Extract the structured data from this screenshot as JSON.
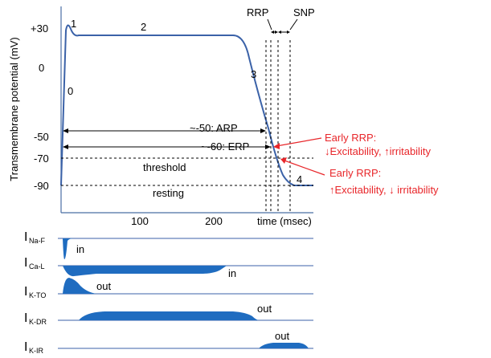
{
  "y_axis_label": "Transmembrane potential (mV)",
  "y_ticks": [
    "+30",
    "0",
    "-50",
    "-70",
    "-90"
  ],
  "x_ticks": [
    "100",
    "200"
  ],
  "x_axis_label": "time (msec)",
  "phases": [
    "0",
    "1",
    "2",
    "3",
    "4"
  ],
  "refractory_labels": {
    "rrp": "RRP",
    "snp": "SNP"
  },
  "arp_label": "~-50: ARP",
  "erp_label": "~-60: ERP",
  "threshold_label": "threshold",
  "resting_label": "resting",
  "annotation_1": {
    "title": "Early RRP:",
    "body": "↓Excitability, ↑irritability"
  },
  "annotation_2": {
    "title": "Early RRP:",
    "body": "↑Excitability, ↓ irritability"
  },
  "currents": [
    {
      "name": "I",
      "sub": "Na-F",
      "direction": "in"
    },
    {
      "name": "I",
      "sub": "Ca-L",
      "direction": "in"
    },
    {
      "name": "I",
      "sub": "K-TO",
      "direction": "out"
    },
    {
      "name": "I",
      "sub": "K-DR",
      "direction": "out"
    },
    {
      "name": "I",
      "sub": "K-IR",
      "direction": "out"
    }
  ],
  "colors": {
    "trace": "#3b62a8",
    "fill": "#1f6cc0",
    "annotation": "#e8262a"
  }
}
